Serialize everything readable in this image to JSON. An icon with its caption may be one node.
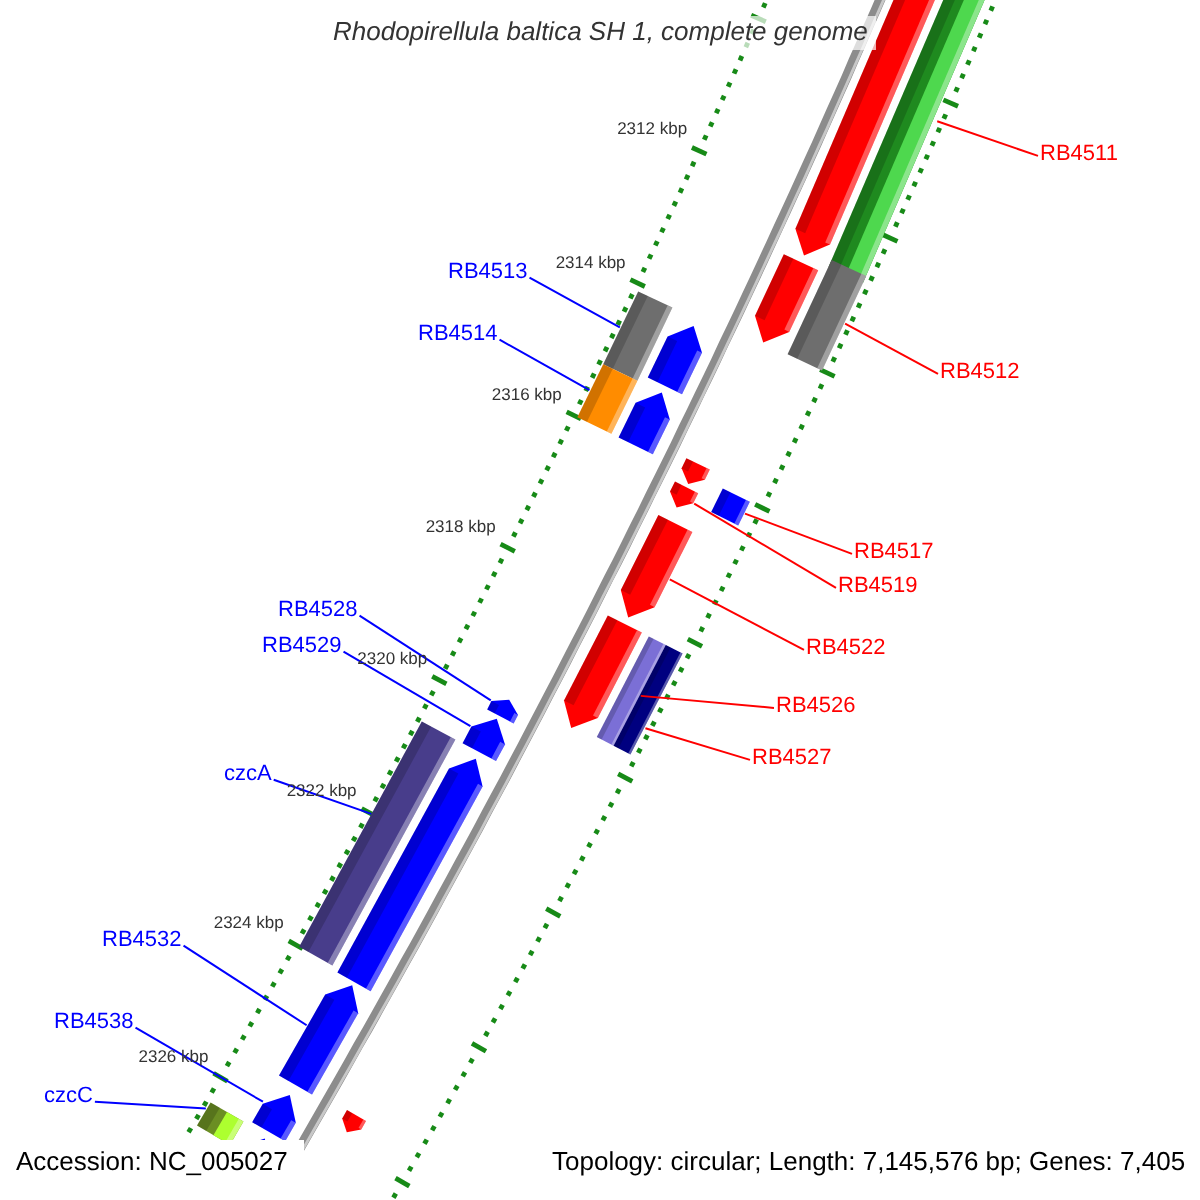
{
  "diagram": {
    "title": "Rhodopirellula baltica SH 1, complete genome",
    "nodes": [
      {
        "text": [
          "RB4511"
        ]
      },
      {
        "text": [
          "RB4513"
        ]
      },
      {
        "text": [
          "RB4514"
        ]
      },
      {
        "text": [
          "RB4512"
        ]
      },
      {
        "text": [
          "RB4517"
        ]
      },
      {
        "text": [
          "RB4519"
        ]
      },
      {
        "text": [
          "RB4528"
        ]
      },
      {
        "text": [
          "RB4529"
        ]
      },
      {
        "text": [
          "RB4522"
        ]
      },
      {
        "text": [
          "RB4526"
        ]
      },
      {
        "text": [
          "RB4527"
        ]
      },
      {
        "text": [
          "czcA"
        ]
      },
      {
        "text": [
          "RB4532"
        ]
      },
      {
        "text": [
          "RB4538"
        ]
      },
      {
        "text": [
          "czcC"
        ]
      },
      {
        "text": [],
        "shape": "box"
      },
      {
        "text": [],
        "shape": "box"
      },
      {
        "text": [],
        "shape": "box"
      },
      {
        "text": [],
        "shape": "box"
      },
      {
        "text": [],
        "shape": "box"
      },
      {
        "text": [],
        "shape": "bar"
      },
      {
        "text": [],
        "shape": "bar"
      },
      {
        "text": [],
        "shape": "box"
      },
      {
        "text": [],
        "shape": "box"
      },
      {
        "text": [],
        "shape": "bar"
      },
      {
        "text": [],
        "shape": "bar"
      },
      {
        "text": [],
        "shape": "box"
      },
      {
        "text": [],
        "shape": "bar"
      },
      {
        "text": [],
        "shape": "bar"
      },
      {
        "text": [],
        "shape": "box"
      },
      {
        "text": [],
        "shape": "bar"
      }
    ],
    "edges": [
      {
        "from": 0,
        "to": 15,
        "arrow": "none",
        "color": "#ff0000"
      },
      {
        "from": 1,
        "to": 16,
        "arrow": "none"
      },
      {
        "from": 2,
        "to": 18,
        "arrow": "none"
      },
      {
        "from": 3,
        "to": 17,
        "arrow": "none",
        "color": "#ff0000"
      },
      {
        "from": 4,
        "to": 19,
        "arrow": "none",
        "color": "#ff0000"
      },
      {
        "from": 5,
        "to": 20,
        "arrow": "none",
        "color": "#ff0000"
      },
      {
        "from": 6,
        "to": 24,
        "arrow": "none"
      },
      {
        "from": 7,
        "to": 25,
        "arrow": "none"
      },
      {
        "from": 8,
        "to": 21,
        "arrow": "none",
        "color": "#ff0000"
      },
      {
        "from": 9,
        "to": 22,
        "arrow": "none",
        "color": "#ff0000"
      },
      {
        "from": 10,
        "to": 23,
        "arrow": "none",
        "color": "#ff0000"
      },
      {
        "from": 11,
        "to": 26,
        "arrow": "none"
      },
      {
        "from": 12,
        "to": 27,
        "arrow": "none"
      },
      {
        "from": 13,
        "to": 28,
        "arrow": "none"
      },
      {
        "from": 14,
        "to": 29,
        "arrow": "none"
      }
    ],
    "labels": [
      "2312 kbp",
      "2314 kbp",
      "2316 kbp",
      "2318 kbp",
      "2320 kbp",
      "2322 kbp",
      "2324 kbp",
      "2326 kbp",
      "Accession: NC_005027",
      "Topology: circular; Length: 7,145,576 bp; Genes: 7,405"
    ]
  }
}
